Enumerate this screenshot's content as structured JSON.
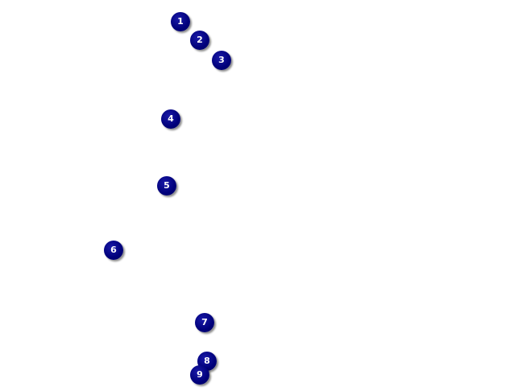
{
  "markers": [
    {
      "label": "1"
    },
    {
      "label": "2"
    },
    {
      "label": "3"
    },
    {
      "label": "4"
    },
    {
      "label": "5"
    },
    {
      "label": "6"
    },
    {
      "label": "7"
    },
    {
      "label": "8"
    },
    {
      "label": "9"
    }
  ],
  "colors": {
    "marker_fill": "#000080",
    "marker_text": "#ffffff",
    "background": "#ffffff"
  }
}
